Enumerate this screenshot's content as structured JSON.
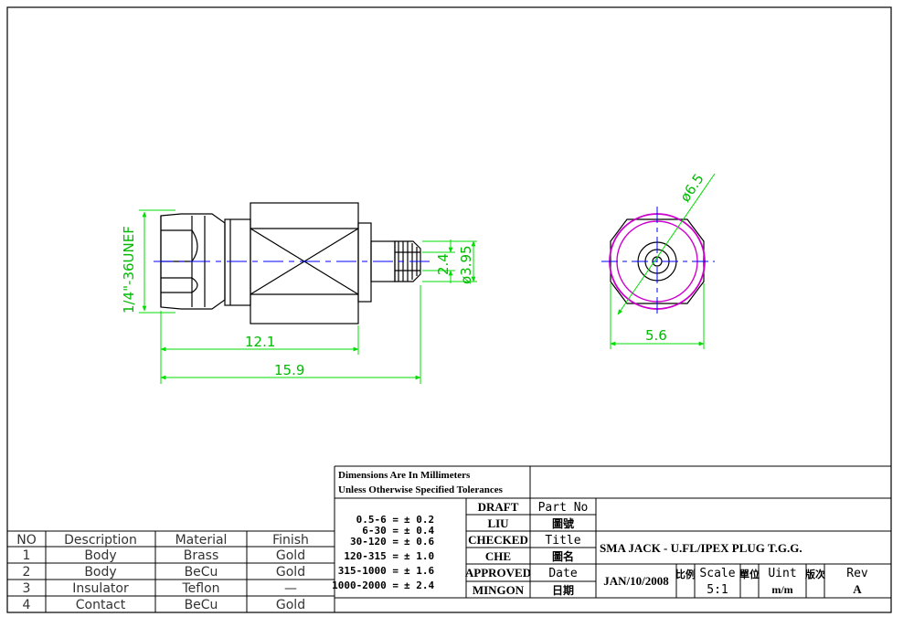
{
  "drawing": {
    "thread_label": "1/4\"-36UNEF",
    "dim_2_4": "2.4",
    "dim_3_95": "ø3.95",
    "dim_12_1": "12.1",
    "dim_15_9": "15.9",
    "dim_6_5": "ø6.5",
    "dim_5_6": "5.6"
  },
  "bom": {
    "headers": [
      "NO",
      "Description",
      "Material",
      "Finish"
    ],
    "rows": [
      [
        "1",
        "Body",
        "Brass",
        "Gold"
      ],
      [
        "2",
        "Body",
        "BeCu",
        "Gold"
      ],
      [
        "3",
        "Insulator",
        "Teflon",
        "—"
      ],
      [
        "4",
        "Contact",
        "BeCu",
        "Gold"
      ]
    ]
  },
  "title_block": {
    "note_line1": "Dimensions Are In Millimeters",
    "note_line2": "Unless Otherwise Specified Tolerances",
    "tolerances": [
      {
        "range": "0.5-6 =",
        "tol": "± 0.2"
      },
      {
        "range": "6-30 =",
        "tol": "± 0.4"
      },
      {
        "range": "30-120 =",
        "tol": "± 0.6"
      },
      {
        "range": "120-315 =",
        "tol": "± 1.0"
      },
      {
        "range": "315-1000 =",
        "tol": "± 1.6"
      },
      {
        "range": "1000-2000 =",
        "tol": "± 2.4"
      }
    ],
    "draft_label": "DRAFT",
    "draft_name": "LIU",
    "checked_label": "CHECKED",
    "checked_name": "CHE",
    "approved_label": "APPROVED",
    "approved_name": "MINGON",
    "part_no_label": "Part No",
    "part_no_cn": "圖號",
    "title_label": "Title",
    "title_cn": "圖名",
    "date_label": "Date",
    "date_cn": "日期",
    "title_value": "SMA JACK - U.FL/IPEX PLUG T.G.G.",
    "date_value": "JAN/10/2008",
    "scale_cn": "比例",
    "scale_label": "Scale",
    "scale_value": "5:1",
    "unit_cn": "單位",
    "unit_label": "Uint",
    "unit_value": "m/m",
    "rev_cn": "版次",
    "rev_label": "Rev",
    "rev_value": "A"
  },
  "colors": {
    "dimension": "#00dd00",
    "centerline": "#0000ff",
    "profile": "#cc00cc",
    "outline": "#000000"
  }
}
